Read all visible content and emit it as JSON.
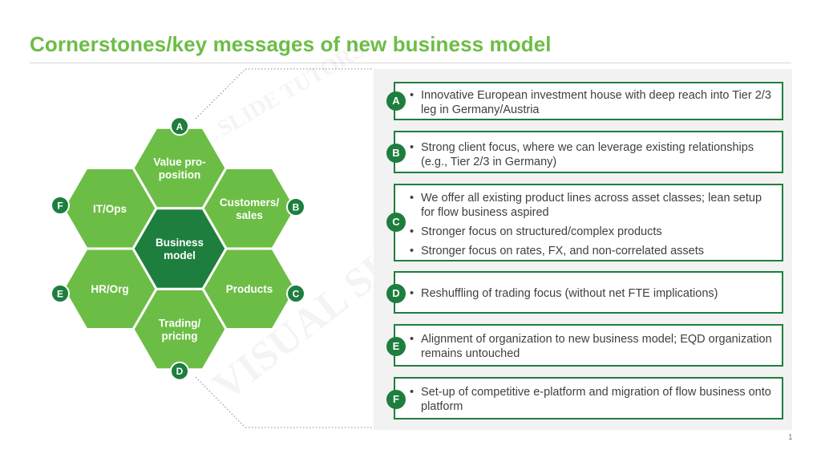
{
  "title": "Cornerstones/key messages of new business model",
  "watermark_text": "VISUAL SLIDE TUTORS",
  "diagram": {
    "center": "Business\nmodel",
    "segments": [
      {
        "id": "value-proposition",
        "badge": "A",
        "label": "Value pro-\nposition"
      },
      {
        "id": "customers-sales",
        "badge": "B",
        "label": "Customers/\nsales"
      },
      {
        "id": "products",
        "badge": "C",
        "label": "Products"
      },
      {
        "id": "trading-pricing",
        "badge": "D",
        "label": "Trading/\npricing"
      },
      {
        "id": "hr-org",
        "badge": "E",
        "label": "HR/Org"
      },
      {
        "id": "it-ops",
        "badge": "F",
        "label": "IT/Ops"
      }
    ]
  },
  "messages": [
    {
      "badge": "A",
      "bullets": [
        "Innovative European investment house with deep reach into Tier 2/3 leg in Germany/Austria"
      ]
    },
    {
      "badge": "B",
      "bullets": [
        "Strong client focus, where we can leverage existing relationships (e.g., Tier 2/3 in Germany)"
      ]
    },
    {
      "badge": "C",
      "bullets": [
        "We offer all existing product lines across asset classes; lean setup for flow business aspired",
        "Stronger focus on structured/complex products",
        "Stronger focus on rates, FX, and non-correlated assets"
      ]
    },
    {
      "badge": "D",
      "bullets": [
        "Reshuffling of trading focus (without net FTE implications)"
      ]
    },
    {
      "badge": "E",
      "bullets": [
        "Alignment of organization to new business model; EQD organization remains untouched"
      ]
    },
    {
      "badge": "F",
      "bullets": [
        "Set-up of competitive e-platform and migration of flow business onto platform"
      ]
    }
  ],
  "bullet_char": "•",
  "page_number": "1",
  "colors": {
    "title": "#6cbd45",
    "hex_light": "#6cbd45",
    "hex_center": "#1e7e3e",
    "badge": "#1e7e3e",
    "card_border": "#1e7e3e",
    "panel": "#f2f2f2"
  }
}
